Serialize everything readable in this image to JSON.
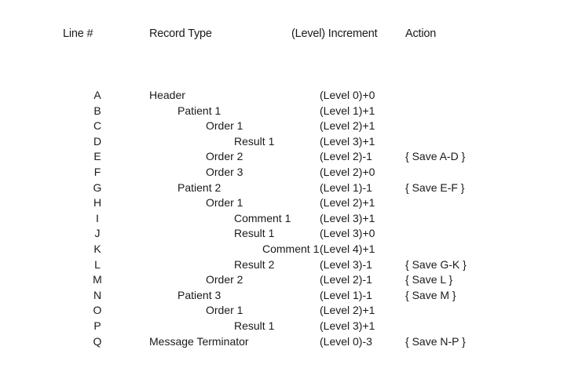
{
  "headers": {
    "line": "Line #",
    "record_type": "Record Type",
    "increment": "(Level) Increment",
    "action": "Action"
  },
  "rows": [
    {
      "line": "A",
      "type": "Header",
      "level": 0,
      "increment": "(Level 0)+0",
      "action": ""
    },
    {
      "line": "B",
      "type": "Patient 1",
      "level": 1,
      "increment": "(Level 1)+1",
      "action": ""
    },
    {
      "line": "C",
      "type": "Order 1",
      "level": 2,
      "increment": "(Level 2)+1",
      "action": ""
    },
    {
      "line": "D",
      "type": "Result 1",
      "level": 3,
      "increment": "(Level 3)+1",
      "action": ""
    },
    {
      "line": "E",
      "type": "Order 2",
      "level": 2,
      "increment": "(Level 2)-1",
      "action": "{ Save A-D }"
    },
    {
      "line": "F",
      "type": "Order 3",
      "level": 2,
      "increment": "(Level 2)+0",
      "action": ""
    },
    {
      "line": "G",
      "type": "Patient 2",
      "level": 1,
      "increment": "(Level 1)-1",
      "action": "{ Save E-F }"
    },
    {
      "line": "H",
      "type": "Order 1",
      "level": 2,
      "increment": "(Level 2)+1",
      "action": ""
    },
    {
      "line": "I",
      "type": "Comment 1",
      "level": 3,
      "increment": "(Level 3)+1",
      "action": ""
    },
    {
      "line": "J",
      "type": "Result 1",
      "level": 3,
      "increment": "(Level 3)+0",
      "action": ""
    },
    {
      "line": "K",
      "type": "Comment 1",
      "level": 4,
      "increment": "(Level 4)+1",
      "action": ""
    },
    {
      "line": "L",
      "type": "Result 2",
      "level": 3,
      "increment": "(Level 3)-1",
      "action": "{ Save G-K }"
    },
    {
      "line": "M",
      "type": "Order 2",
      "level": 2,
      "increment": "(Level 2)-1",
      "action": "{ Save L }"
    },
    {
      "line": "N",
      "type": "Patient 3",
      "level": 1,
      "increment": "(Level 1)-1",
      "action": "{ Save M }"
    },
    {
      "line": "O",
      "type": "Order 1",
      "level": 2,
      "increment": "(Level 2)+1",
      "action": ""
    },
    {
      "line": "P",
      "type": "Result 1",
      "level": 3,
      "increment": "(Level 3)+1",
      "action": ""
    },
    {
      "line": "Q",
      "type": "Message Terminator",
      "level": 0,
      "increment": "(Level 0)-3",
      "action": "{ Save N-P }"
    }
  ]
}
